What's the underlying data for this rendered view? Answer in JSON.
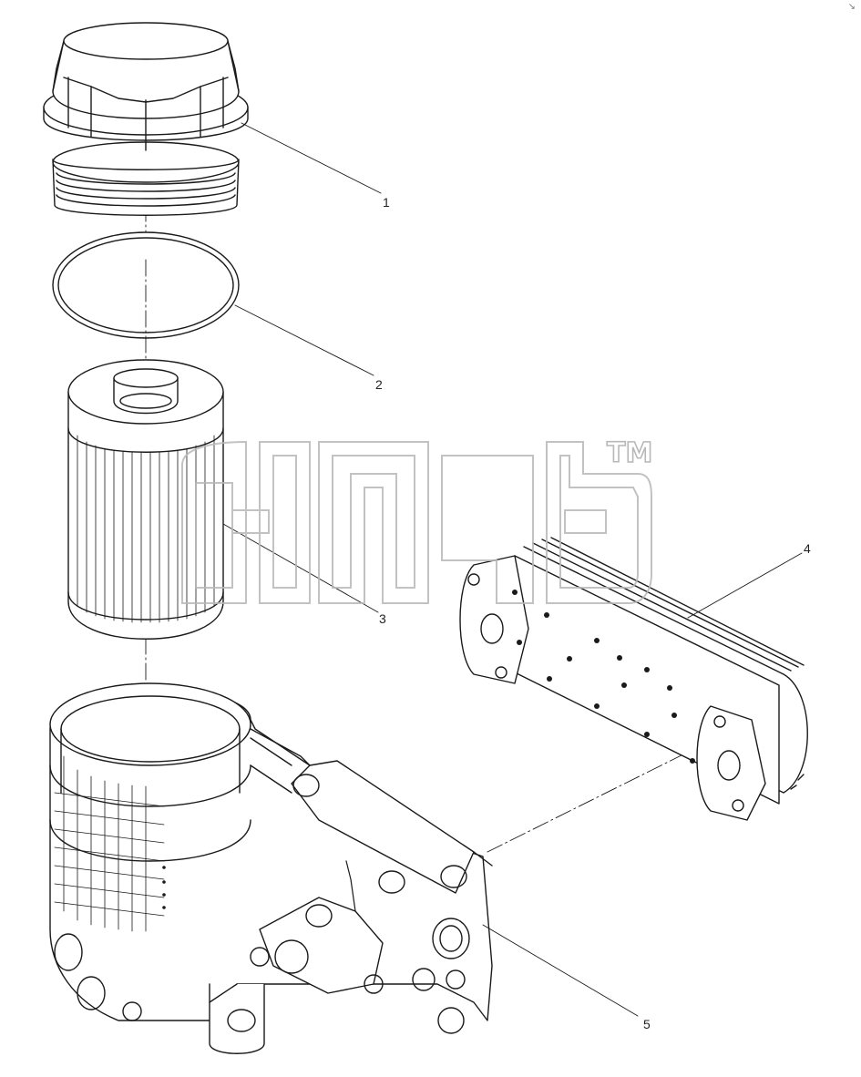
{
  "callouts": [
    {
      "id": "1",
      "part": "filter-cap"
    },
    {
      "id": "2",
      "part": "o-ring"
    },
    {
      "id": "3",
      "part": "filter-element"
    },
    {
      "id": "4",
      "part": "oil-cooler"
    },
    {
      "id": "5",
      "part": "filter-housing"
    }
  ],
  "watermark": {
    "tm": "TM"
  },
  "corner_mark": "↘",
  "colors": {
    "line": "#1a1a1a",
    "watermark": "#b8b8b8",
    "background": "#ffffff"
  }
}
